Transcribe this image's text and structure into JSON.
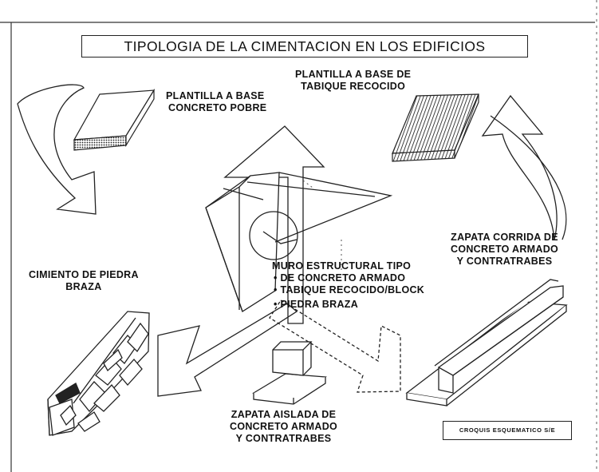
{
  "title": "TIPOLOGIA DE LA CIMENTACION EN LOS EDIFICIOS",
  "labels": {
    "plantilla_concreto": [
      "PLANTILLA A BASE",
      "CONCRETO POBRE"
    ],
    "plantilla_tabique": [
      "PLANTILLA A BASE DE",
      "TABIQUE RECOCIDO"
    ],
    "cimiento_piedra": [
      "CIMIENTO DE PIEDRA",
      "BRAZA"
    ],
    "zapata_corrida": [
      "ZAPATA CORRIDA DE",
      "CONCRETO ARMADO",
      "Y CONTRATRABES"
    ],
    "muro_estructural": [
      "MURO ESTRUCTURAL TIPO",
      "• DE CONCRETO ARMADO",
      "• TABIQUE RECOCIDO/BLOCK",
      "• PIEDRA BRAZA"
    ],
    "zapata_aislada": [
      "ZAPATA AISLADA DE",
      "CONCRETO ARMADO",
      "Y CONTRATRABES"
    ]
  },
  "note": "CROQUIS ESQUEMATICO S/E"
}
